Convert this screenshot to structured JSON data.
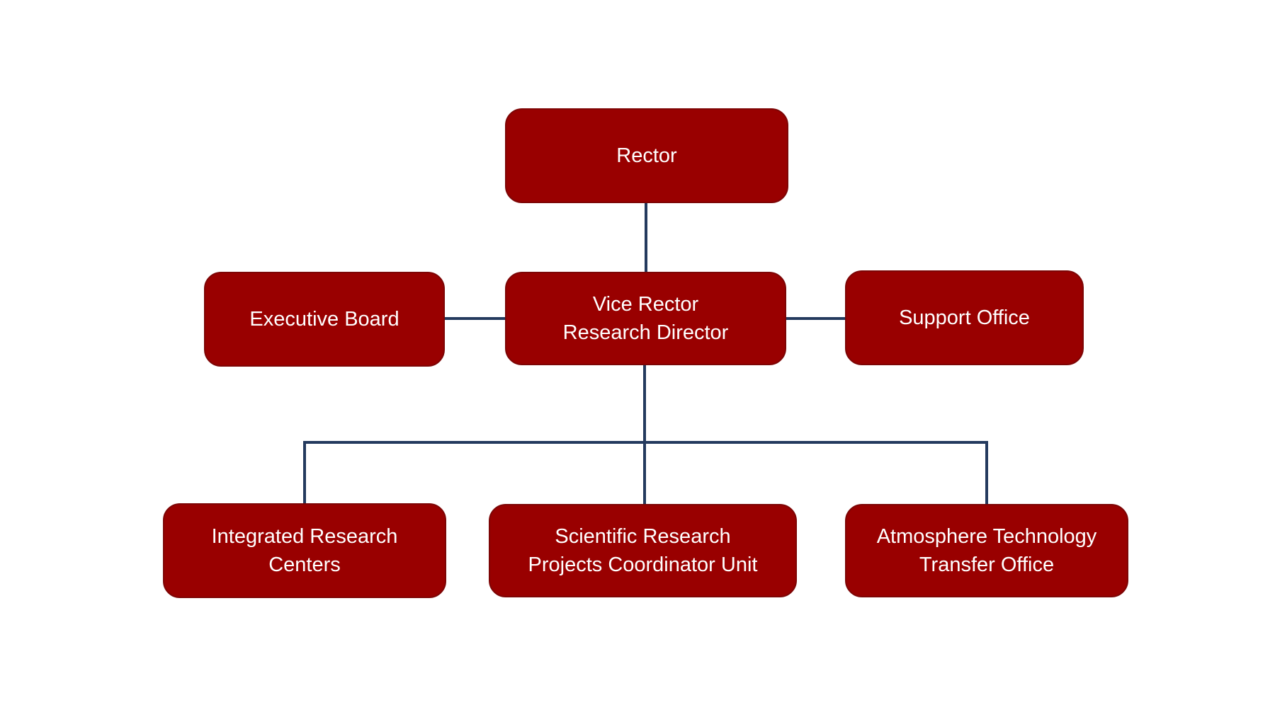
{
  "diagram": {
    "type": "org-chart",
    "colors": {
      "background": "#ffffff",
      "box_fill": "#990000",
      "box_border": "#7d0505",
      "connector": "#243a5e",
      "text": "#ffffff"
    },
    "nodes": {
      "rector": {
        "lines": [
          "Rector"
        ]
      },
      "executive_board": {
        "lines": [
          "Executive Board"
        ]
      },
      "vice_rector": {
        "lines": [
          "Vice Rector",
          "Research Director"
        ]
      },
      "support_office": {
        "lines": [
          "Support Office"
        ]
      },
      "integrated_research_centers": {
        "lines": [
          "Integrated Research",
          "Centers"
        ]
      },
      "scientific_research_projects_coordinator_unit": {
        "lines": [
          "Scientific Research",
          "Projects Coordinator Unit"
        ]
      },
      "atmosphere_technology_transfer_office": {
        "lines": [
          "Atmosphere Technology",
          "Transfer Office"
        ]
      }
    },
    "edges": [
      "Rector → Vice Rector Research Director",
      "Executive Board — Vice Rector Research Director",
      "Vice Rector Research Director — Support Office",
      "Vice Rector Research Director → Integrated Research Centers",
      "Vice Rector Research Director → Scientific Research Projects Coordinator Unit",
      "Vice Rector Research Director → Atmosphere Technology Transfer Office"
    ]
  }
}
